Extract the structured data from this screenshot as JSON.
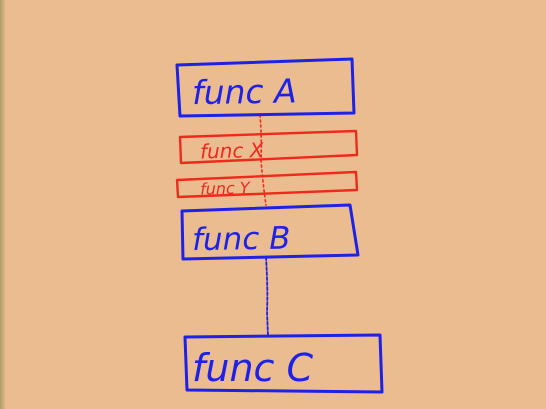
{
  "diagram": {
    "background_color": "#ebbc8f",
    "colors": {
      "blue": "#1d22e6",
      "red": "#ee2a1c"
    },
    "nodes": {
      "func_a": {
        "label": "func A",
        "color": "blue"
      },
      "func_x": {
        "label": "func X",
        "color": "red"
      },
      "func_y": {
        "label": "func Y",
        "color": "red"
      },
      "func_b": {
        "label": "func B",
        "color": "blue"
      },
      "func_c": {
        "label": "func C",
        "color": "blue"
      }
    },
    "connectors": [
      {
        "from": "func A",
        "to": "func B",
        "color": "red",
        "style": "dotted"
      },
      {
        "from": "func B",
        "to": "func C",
        "color": "blue",
        "style": "dotted"
      }
    ]
  }
}
